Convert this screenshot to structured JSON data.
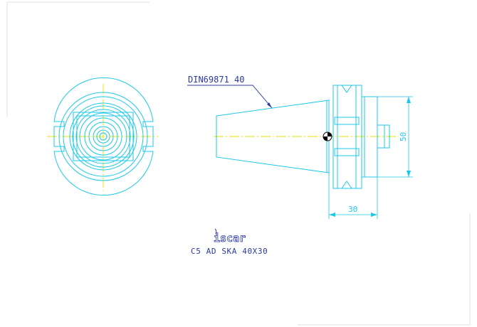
{
  "annotations": {
    "leader_label": "DIN69871 40",
    "dimension_diameter": "50",
    "dimension_length": "30"
  },
  "title_block": {
    "logo_text": "iscar",
    "caption": "C5 AD SKA 40X30"
  },
  "colors": {
    "outline": "#1ec8e8",
    "centerline": "#e6e000",
    "annotation": "#2a3aa0",
    "background": "#ffffff"
  }
}
